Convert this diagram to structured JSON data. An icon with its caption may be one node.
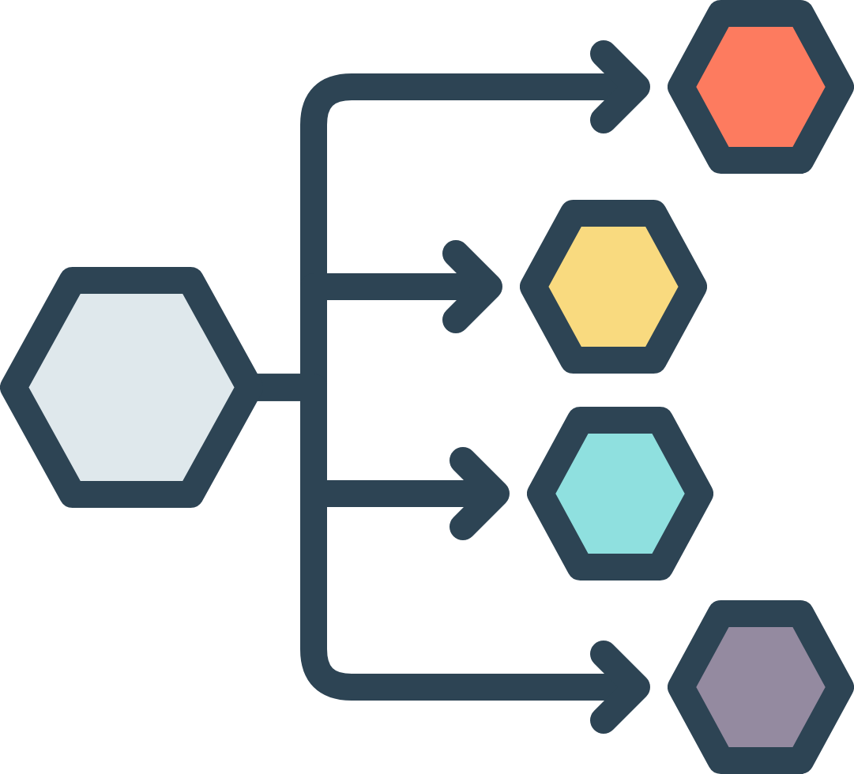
{
  "diagram": {
    "nodes": [
      {
        "text": [],
        "shape": "hexagon"
      },
      {
        "text": [],
        "shape": "hexagon"
      },
      {
        "text": [],
        "shape": "hexagon"
      },
      {
        "text": [],
        "shape": "hexagon"
      },
      {
        "text": [],
        "shape": "hexagon"
      }
    ],
    "edges": [
      {
        "from": 0,
        "to": 1,
        "arrow": "to"
      },
      {
        "from": 0,
        "to": 2,
        "arrow": "to"
      },
      {
        "from": 0,
        "to": 3,
        "arrow": "to"
      },
      {
        "from": 0,
        "to": 4,
        "arrow": "to"
      }
    ]
  }
}
